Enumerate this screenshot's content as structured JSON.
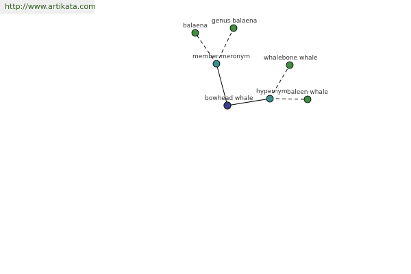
{
  "site": {
    "url": "http://www.artikata.com"
  },
  "colors": {
    "root": "#3b3f8a",
    "relation": "#3f8d8d",
    "leaf": "#3f8f3f"
  },
  "nodes": {
    "bowhead_whale": {
      "label": "bowhead whale",
      "kind": "root"
    },
    "member_meronym": {
      "label": "member meronym",
      "kind": "relation"
    },
    "hypernym": {
      "label": "hypernym",
      "kind": "relation"
    },
    "balaena": {
      "label": "balaena",
      "kind": "leaf"
    },
    "genus_balaena": {
      "label": "genus balaena",
      "kind": "leaf"
    },
    "whalebone_whale": {
      "label": "whalebone whale",
      "kind": "leaf"
    },
    "baleen_whale": {
      "label": "baleen whale",
      "kind": "leaf"
    }
  },
  "edges": [
    {
      "from": "bowhead_whale",
      "to": "member_meronym",
      "style": "solid"
    },
    {
      "from": "bowhead_whale",
      "to": "hypernym",
      "style": "solid"
    },
    {
      "from": "member_meronym",
      "to": "balaena",
      "style": "dashed"
    },
    {
      "from": "member_meronym",
      "to": "genus_balaena",
      "style": "dashed"
    },
    {
      "from": "hypernym",
      "to": "whalebone_whale",
      "style": "dashed"
    },
    {
      "from": "hypernym",
      "to": "baleen_whale",
      "style": "dashed"
    }
  ]
}
